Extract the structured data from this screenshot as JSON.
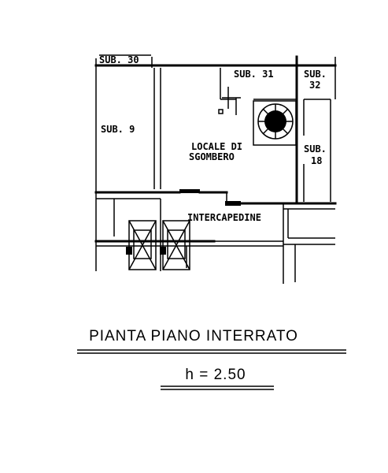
{
  "plan": {
    "rooms": {
      "sub30": "SUB. 30",
      "sub31": "SUB. 31",
      "sub32_line1": "SUB.",
      "sub32_line2": "32",
      "sub9": "SUB. 9",
      "sub18_line1": "SUB.",
      "sub18_line2": "18",
      "locale_line1": "LOCALE DI",
      "locale_line2": "SGOMBERO",
      "intercapedine": "INTERCAPEDINE"
    }
  },
  "caption": {
    "title": "PIANTA PIANO INTERRATO",
    "height": "h = 2.50"
  }
}
